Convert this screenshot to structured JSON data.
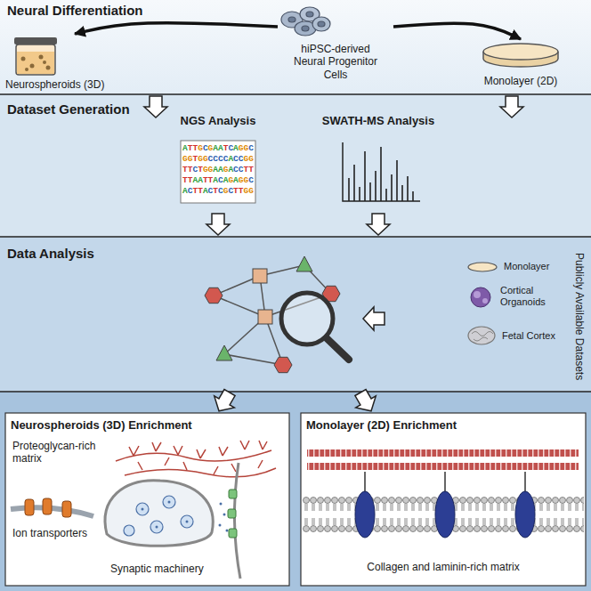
{
  "diagram": {
    "nodes": [
      {
        "text": [
          "Neural Differentiation"
        ]
      },
      {
        "text": [
          "hiPSC-derived Neural Progenitor Cells"
        ],
        "in": 0
      },
      {
        "text": [
          "Neurospheroids (3D)"
        ],
        "in": 0
      },
      {
        "text": [
          "Monolayer (2D)"
        ],
        "in": 0
      },
      {
        "text": [
          "Dataset Generation"
        ]
      },
      {
        "text": [
          "NGS Analysis",
          "ATTGCGAATCAGGC",
          "GGTGGCCCCACCGG",
          "TTCTGGAAGACCTT",
          "TTAATTACAGAGGC",
          "ACTTACTCGCTTGG"
        ],
        "in": 4
      },
      {
        "text": [
          "SWATH-MS Analysis"
        ],
        "in": 4
      },
      {
        "text": [
          "Data Analysis"
        ]
      },
      {
        "text": [
          "Publicly Available Datasets",
          "Monolayer",
          "Cortical Organoids",
          "Fetal Cortex"
        ],
        "in": 7
      },
      {
        "text": [
          "Neurospheroids (3D) Enrichment",
          "Proteoglycan-rich matrix",
          "Ion transporters",
          "Synaptic machinery"
        ]
      },
      {
        "text": [
          "Monolayer (2D) Enrichment",
          "Collagen and laminin-rich matrix"
        ]
      }
    ],
    "edges": [
      {
        "from": 1,
        "to": 2,
        "arrow": "to"
      },
      {
        "from": 1,
        "to": 3,
        "arrow": "to"
      }
    ]
  }
}
